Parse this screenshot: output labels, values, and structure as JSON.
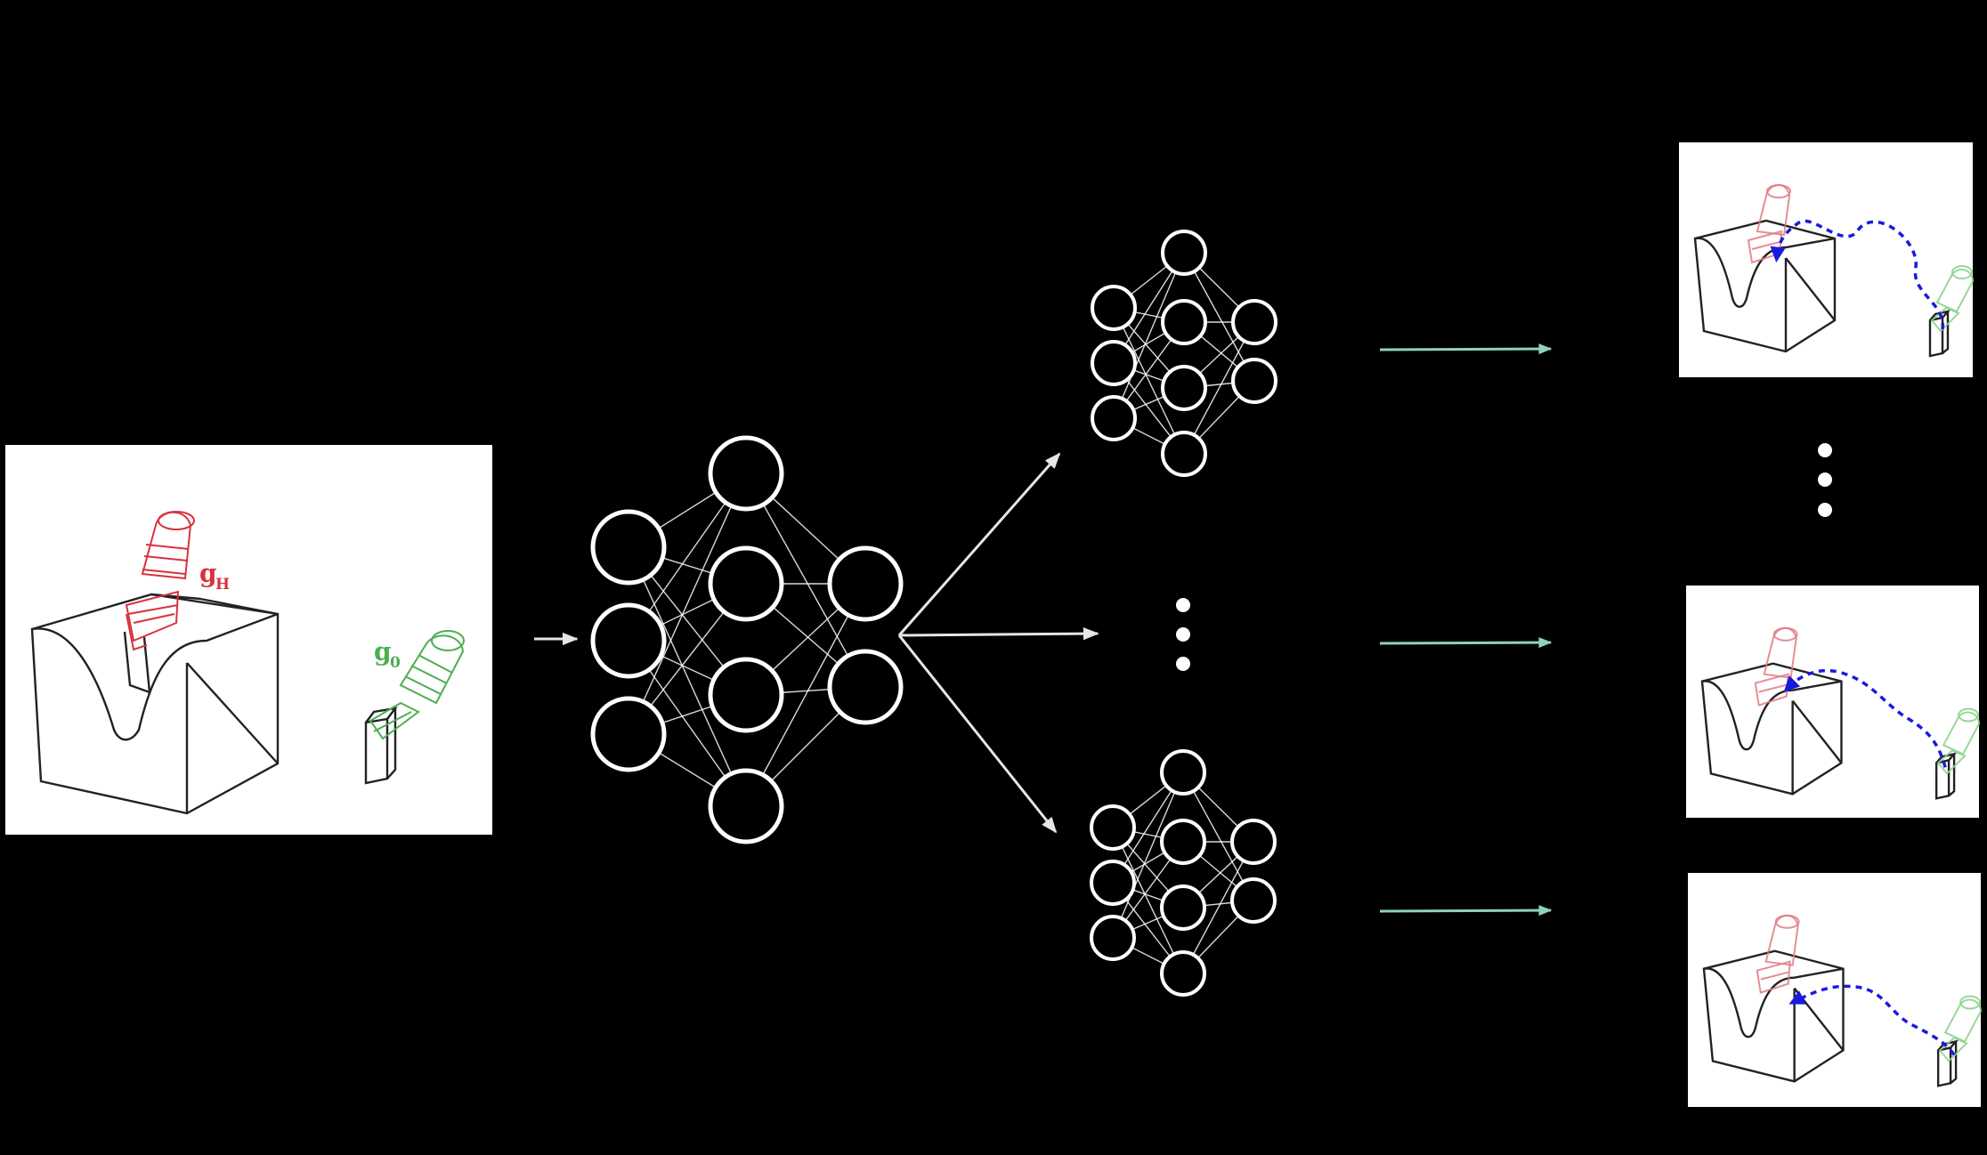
{
  "input_panel": {
    "label_goal": "g",
    "label_goal_sub": "H",
    "label_start": "g",
    "label_start_sub": "0"
  },
  "colors": {
    "background": "#000000",
    "goal_gripper": "#d8323c",
    "start_gripper": "#4caf50",
    "trajectory": "#1a1adf",
    "arrow_teal": "#8fd1c1"
  }
}
